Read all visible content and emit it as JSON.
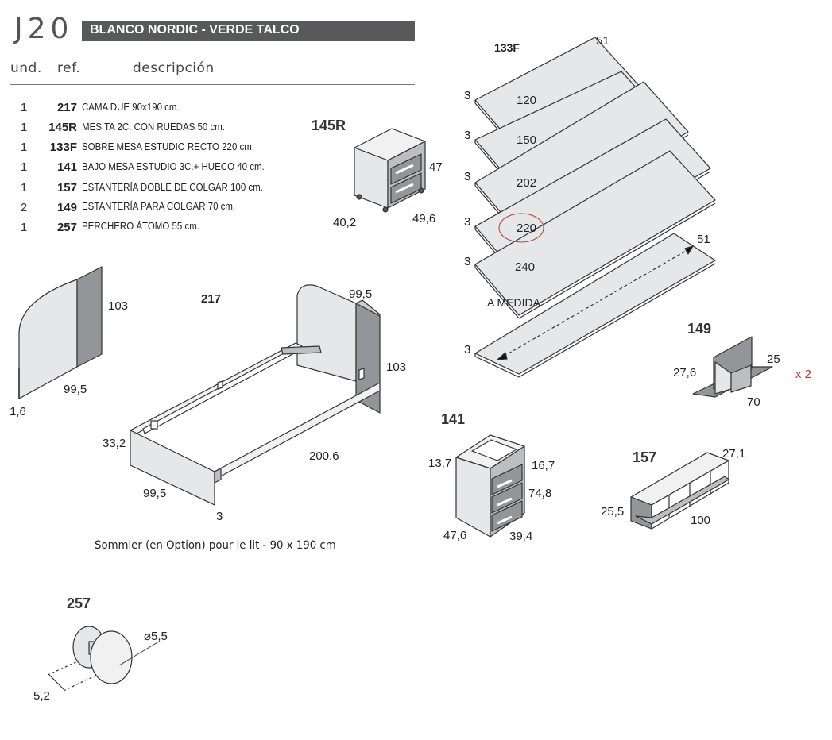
{
  "header": {
    "code": "J20",
    "finish": "BLANCO NORDIC - VERDE TALCO",
    "col_qty": "und.",
    "col_ref": "ref.",
    "col_desc": "descripción"
  },
  "items": [
    {
      "qty": "1",
      "ref": "217",
      "desc": "CAMA DUE 90x190 cm."
    },
    {
      "qty": "1",
      "ref": "145R",
      "desc": "MESITA 2C. CON RUEDAS 50 cm."
    },
    {
      "qty": "1",
      "ref": "133F",
      "desc": "SOBRE MESA ESTUDIO RECTO 220 cm."
    },
    {
      "qty": "1",
      "ref": "141",
      "desc": "BAJO MESA ESTUDIO 3C.+ HUECO 40 cm."
    },
    {
      "qty": "1",
      "ref": "157",
      "desc": "ESTANTERÍA DOBLE DE COLGAR 100 cm."
    },
    {
      "qty": "2",
      "ref": "149",
      "desc": "ESTANTERÍA PARA COLGAR 70 cm."
    },
    {
      "qty": "1",
      "ref": "257",
      "desc": "PERCHERO ÁTOMO 55 cm."
    }
  ],
  "drawings": {
    "r145": {
      "ref": "145R",
      "h": "47",
      "w": "40,2",
      "d": "49,6"
    },
    "r133": {
      "ref": "133F",
      "depth": "51",
      "thick": "3",
      "lengths": [
        "120",
        "150",
        "202",
        "220",
        "240"
      ],
      "custom": "A MEDIDA",
      "custom_depth": "51",
      "custom_thick": "3"
    },
    "headboard": {
      "h": "103",
      "w": "99,5",
      "t": "1,6"
    },
    "bed": {
      "ref": "217",
      "head_w": "99,5",
      "head_h": "103",
      "foot_h": "33,2",
      "length": "200,6",
      "foot_w": "99,5",
      "t": "3"
    },
    "r149": {
      "ref": "149",
      "h": "27,6",
      "d": "25",
      "w": "70",
      "mult": "x 2"
    },
    "r141": {
      "ref": "141",
      "hole": "13,7",
      "gap": "16,7",
      "h": "74,8",
      "d": "47,6",
      "w": "39,4"
    },
    "r157": {
      "ref": "157",
      "d": "27,1",
      "h": "25,5",
      "w": "100"
    },
    "r257": {
      "ref": "257",
      "diam": "⌀5,5",
      "depth": "5,2"
    }
  },
  "note": "Sommier (en Option) pour le lit - 90 x 190 cm",
  "colors": {
    "bar": "#58595b",
    "panel_light": "#e6e7e8",
    "panel_dark": "#939598",
    "accent_red": "#c0392b"
  }
}
